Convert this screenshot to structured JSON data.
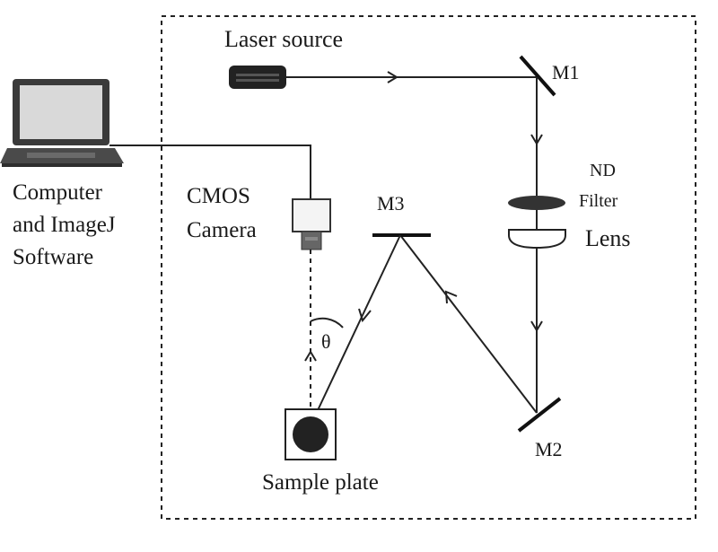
{
  "labels": {
    "laser_source": "Laser source",
    "m1": "M1",
    "m2": "M2",
    "m3": "M3",
    "nd": "ND",
    "filter": "Filter",
    "lens": "Lens",
    "cmos_line1": "CMOS",
    "cmos_line2": "Camera",
    "computer_line1": "Computer",
    "computer_line2": "and ImageJ",
    "computer_line3": "Software",
    "theta": "θ",
    "sample_plate": "Sample plate"
  }
}
